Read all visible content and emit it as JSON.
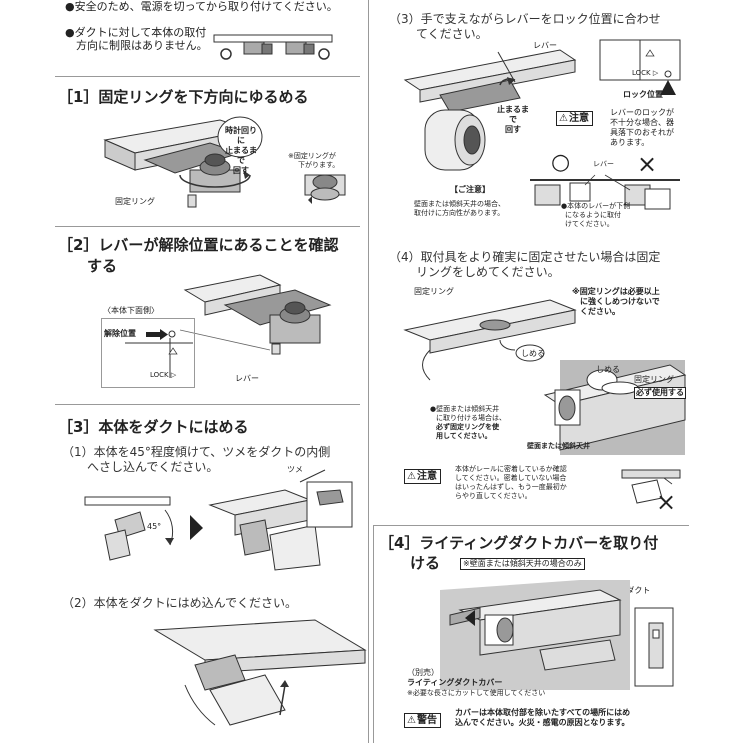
{
  "top_notes": {
    "safety": "●安全のため、電源を切ってから取り付けてください。",
    "direction_1": "●ダクトに対して本体の取付",
    "direction_2": "方向に制限はありません。"
  },
  "step1": {
    "title": "［1］固定リングを下方向にゆるめる",
    "callout_1": "時計回りに",
    "callout_2": "止まるまで",
    "callout_3": "回す",
    "note_1": "※固定リングが",
    "note_2": "下がります。",
    "label_ring": "固定リング"
  },
  "step2": {
    "title_1": "［2］レバーが解除位置にあることを確認",
    "title_2": "する",
    "bottom_view": "〈本体下面側〉",
    "release_pos": "解除位置",
    "lock_mark": "LOCK ▷",
    "lever": "レバー"
  },
  "step3": {
    "title": "［3］本体をダクトにはめる",
    "sub1_1": "（1）本体を45°程度傾けて、ツメをダクトの内側",
    "sub1_2": "へさし込んでください。",
    "tsume": "ツメ",
    "angle": "45°",
    "sub2": "（2）本体をダクトにはめ込んでください。"
  },
  "step3b": {
    "sub3_1": "（3）手で支えながらレバーをロック位置に合わせ",
    "sub3_2": "てください。",
    "lever": "レバー",
    "stop_1": "止まるまで",
    "stop_2": "回す",
    "lock_mark": "LOCK ▷",
    "lock_pos": "ロック位置",
    "caution_label": "注意",
    "caution_1": "レバーのロックが",
    "caution_2": "不十分な場合、器",
    "caution_3": "具落下のおそれが",
    "caution_4": "あります。",
    "ok_mark": "○",
    "ng_mark": "×",
    "lever_small": "レバー",
    "notice_title": "【ご注意】",
    "notice_1": "壁面または傾斜天井の場合、",
    "notice_2": "取付けに方向性があります。",
    "ng_note_1": "●本体のレバーが下側",
    "ng_note_2": "になるように取付",
    "ng_note_3": "けてください。"
  },
  "step3c": {
    "sub4_1": "（4）取付具をより確実に固定させたい場合は固定",
    "sub4_2": "リングをしめてください。",
    "label_ring": "固定リング",
    "note_1": "※固定リングは必要以上",
    "note_2": "に強くしめつけないで",
    "note_3": "ください。",
    "shimeru": "しめる",
    "shimeru2": "しめる",
    "ring2": "固定リング",
    "must_use": "必ず使用する",
    "wall_1": "●壁面または傾斜天井",
    "wall_2": "に取り付ける場合は、",
    "wall_3": "必ず固定リングを使",
    "wall_4": "用してください。",
    "wall_label": "壁面または傾斜天井",
    "caution_label": "注意",
    "caution_1": "本体がレールに密着しているか確認",
    "caution_2": "してください。密着していない場合",
    "caution_3": "はいったんはずし、もう一度最初か",
    "caution_4": "らやり直してください。",
    "ng_mark": "×"
  },
  "step4": {
    "title_1": "［4］ライティングダクトカバーを取り付",
    "title_2": "ける",
    "wall_only": "※壁面または傾斜天井の場合のみ",
    "duct_label": "ライティングダクト",
    "sold_sep": "（別売）",
    "cover_label": "ライティングダクトカバー",
    "cut_note": "※必要な長さにカットして使用してください",
    "warning_label": "警告",
    "warning_1": "カバーは本体取付部を除いたすべての場所にはめ",
    "warning_2": "込んでください。火災・感電の原因となります。"
  }
}
